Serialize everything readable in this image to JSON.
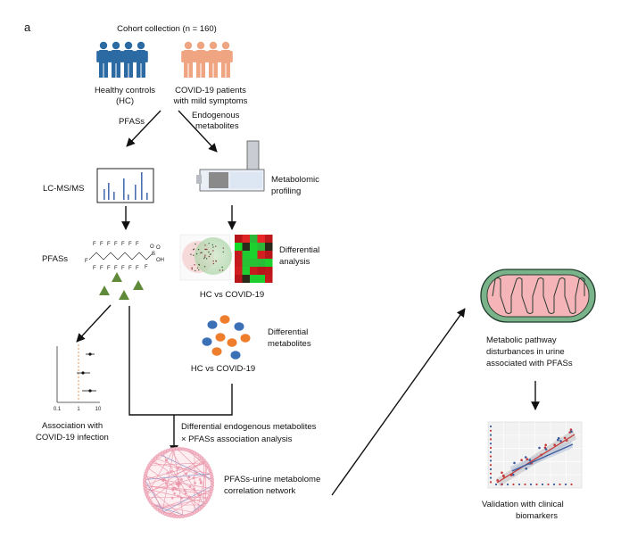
{
  "panel_label": "a",
  "cohort": {
    "title": "Cohort collection (n = 160)"
  },
  "groups": {
    "healthy_line1": "Healthy controls",
    "healthy_line2": "(HC)",
    "covid_line1": "COVID-19 patients",
    "covid_line2": "with mild symptoms"
  },
  "branches": {
    "pfas": "PFASs",
    "endogenous_line1": "Endogenous",
    "endogenous_line2": "metabolites"
  },
  "methods": {
    "lcms": "LC-MS/MS",
    "metabolomic_line1": "Metabolomic",
    "metabolomic_line2": "profiling"
  },
  "pfas_label": "PFASs",
  "pfas_molecule": {
    "fluorine": "F",
    "sulfur": "S",
    "oxygen": "O",
    "hydroxyl": "OH"
  },
  "differential": {
    "analysis_line1": "Differential",
    "analysis_line2": "analysis",
    "comparison_1": "HC vs COVID-19",
    "metabolites_line1": "Differential",
    "metabolites_line2": "metabolites",
    "comparison_2": "HC vs COVID-19"
  },
  "association": {
    "line1": "Association with",
    "line2": "COVID-19 infection",
    "ticks": [
      "0.1",
      "1",
      "10"
    ]
  },
  "integration": {
    "line1": "Differential endogenous metabolites",
    "line2": "×  PFASs association analysis"
  },
  "network": {
    "line1": "PFASs-urine metabolome",
    "line2": "correlation network"
  },
  "pathway": {
    "line1": "Metabolic pathway",
    "line2": "disturbances in urine",
    "line3": "associated with PFASs"
  },
  "validation": {
    "line1": "Validation with clinical",
    "line2": "biomarkers"
  },
  "colors": {
    "healthy": "#2b6aa3",
    "covid": "#f0a582",
    "triangle": "#5f8a3a",
    "dot_blue": "#3b6fb6",
    "dot_orange": "#ee7d2c",
    "network": "#f2b3c2",
    "mito_outer": "#7ab38a",
    "mito_inner": "#f5b5b8"
  }
}
